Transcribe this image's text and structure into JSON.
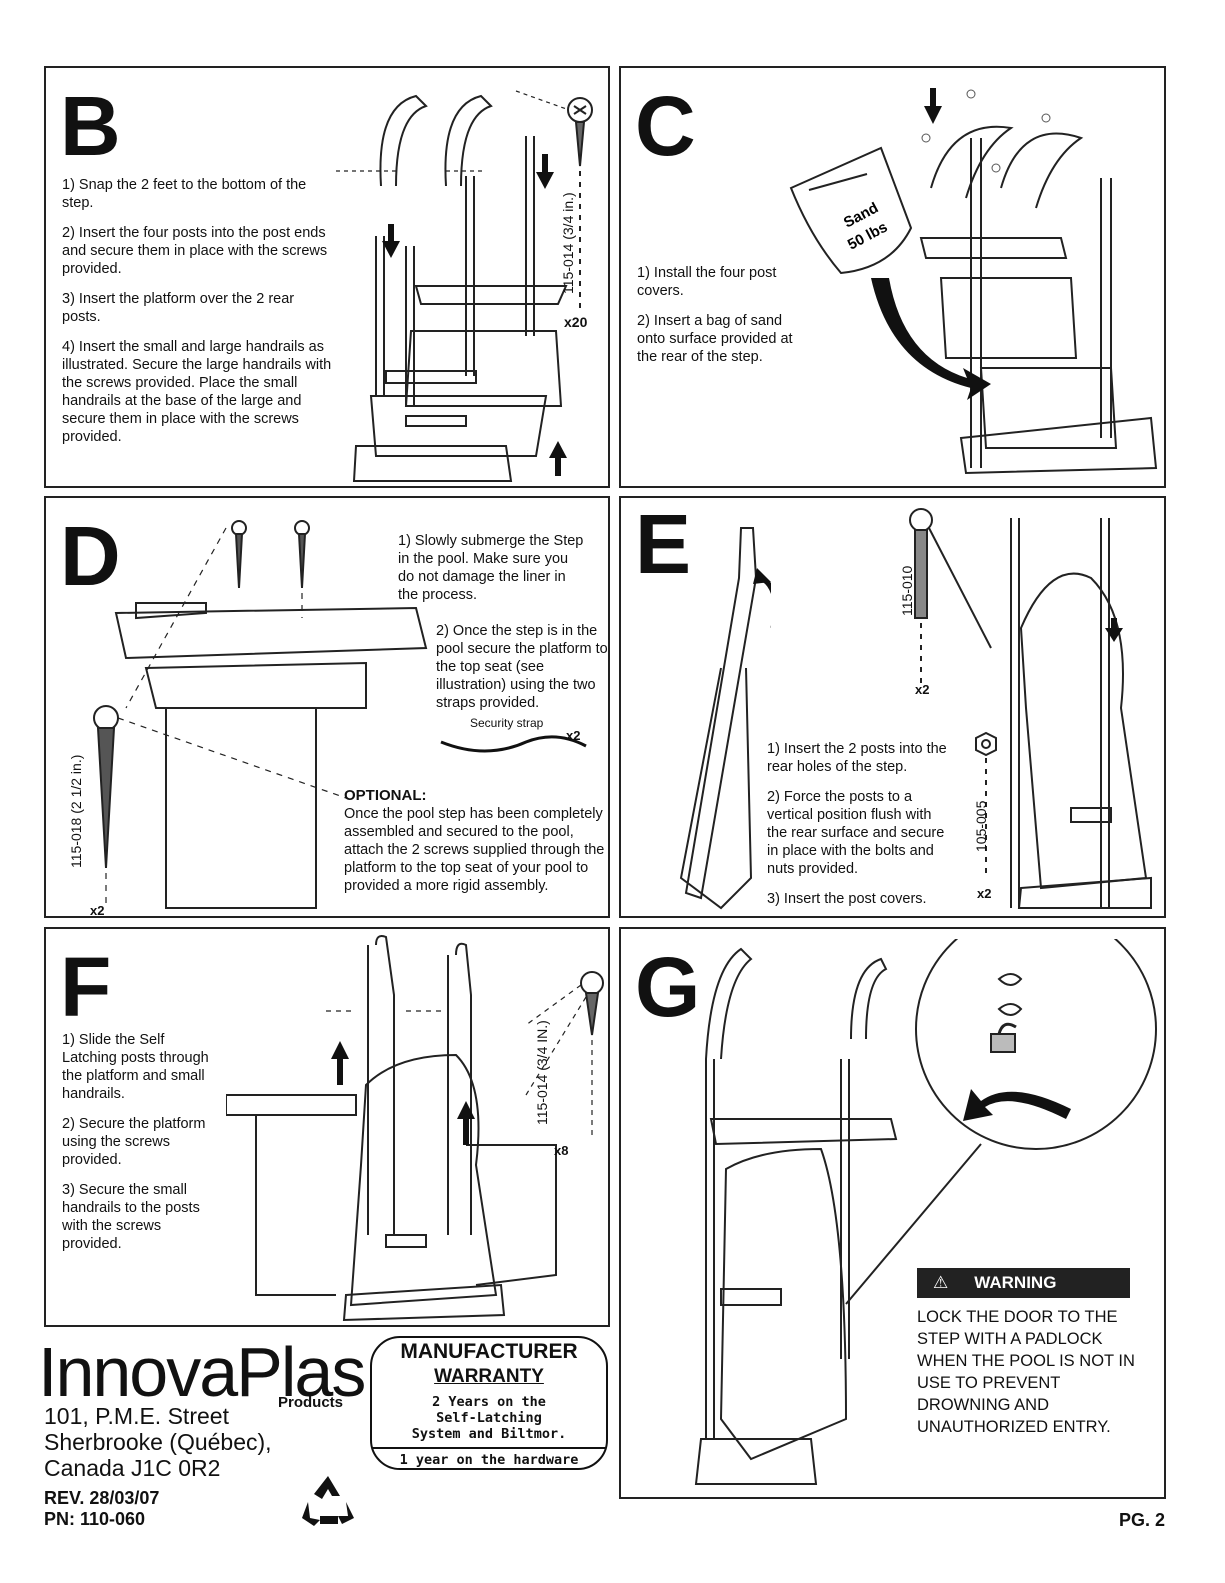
{
  "panels": {
    "B": {
      "letter": "B",
      "steps": [
        "1) Snap the 2 feet to the bottom of the step.",
        "2) Insert the four posts into the post ends and secure them in place with the screws provided.",
        "3) Insert the platform over the 2 rear posts.",
        "4) Insert the small and large handrails as illustrated. Secure the large handrails with the screws provided. Place the small handrails at the base of the large and secure them in place with the screws provided."
      ],
      "screw_label": "115-014 (3/4 in.)",
      "screw_qty": "x20"
    },
    "C": {
      "letter": "C",
      "steps": [
        "1) Install the four post covers.",
        "2) Insert a bag of sand onto surface provided at the rear of the step."
      ],
      "bag_label_1": "Sand",
      "bag_label_2": "50 lbs"
    },
    "D": {
      "letter": "D",
      "steps": [
        "1) Slowly submerge the Step in the pool. Make sure you do not damage the liner in the process.",
        "2) Once the step is in the pool secure the platform to the top seat (see illustration) using the two straps provided."
      ],
      "strap_label": "Security strap",
      "strap_qty": "x2",
      "optional_title": "OPTIONAL:",
      "optional_text": "Once the pool step has been completely assembled and secured to the pool, attach the 2 screws supplied through the platform to the top seat of your pool to provided a more rigid assembly.",
      "screw_label": "115-018 (2 1/2 in.)",
      "screw_qty": "x2"
    },
    "E": {
      "letter": "E",
      "steps": [
        "1) Insert the 2 posts into the rear holes of the step.",
        "2) Force the posts to a vertical position flush with the rear surface and secure in place with the bolts and nuts provided.",
        "3) Insert the post covers."
      ],
      "bolt_label": "115-010",
      "bolt_qty": "x2",
      "nut_label": "105-005",
      "nut_qty": "x2"
    },
    "F": {
      "letter": "F",
      "steps": [
        "1) Slide the Self Latching posts through the platform and small handrails.",
        "2) Secure the platform using  the screws provided.",
        "3) Secure the small handrails to the posts with the screws provided."
      ],
      "screw_label": "115-014 (3/4 IN.)",
      "screw_qty": "x8"
    },
    "G": {
      "letter": "G",
      "warning_title": "WARNING",
      "warning_text": "LOCK THE DOOR TO THE STEP WITH A PADLOCK WHEN THE POOL IS NOT IN USE TO PREVENT DROWNING AND UNAUTHORIZED ENTRY."
    }
  },
  "footer": {
    "brand": "InnovaPlas",
    "brand_sub": "Products",
    "address_1": "101, P.M.E. Street",
    "address_2": "Sherbrooke (Québec),",
    "address_3": "Canada J1C 0R2",
    "rev": "REV. 28/03/07",
    "pn": "PN: 110-060",
    "warranty_title": "MANUFACTURER",
    "warranty_sub": "WARRANTY",
    "warranty_line_1": "2 Years on the",
    "warranty_line_2": "Self-Latching",
    "warranty_line_3": "System and Biltmor.",
    "warranty_line_4": "1 year on the hardware",
    "page": "PG. 2"
  }
}
